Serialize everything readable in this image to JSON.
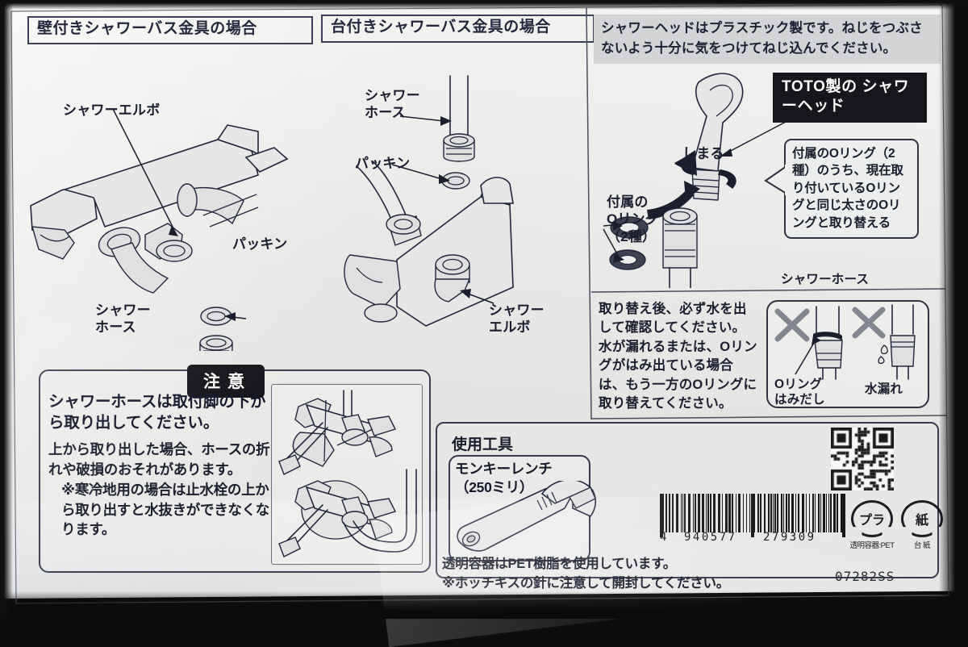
{
  "document": {
    "kind": "product-instruction-insert",
    "model_number": "07282SS"
  },
  "sections": {
    "wall_mounted": {
      "heading": "壁付きシャワーバス金具の場合"
    },
    "deck_mounted": {
      "heading": "台付きシャワーバス金具の場合"
    }
  },
  "top_note": "シャワーヘッドはプラスチック製です。ねじをつぶさないよう十分に気をつけてねじ込んでください。",
  "labels": {
    "shower_elbow": "シャワーエルボ",
    "packing": "パッキン",
    "shower_hose_2l": "シャワー\nホース",
    "shower_hose_1l": "シャワーホース",
    "shower_elbow_2l": "シャワー\nエルボ",
    "oring_attached": "付属の\nOリング\n（2種）",
    "tighten": "しまる",
    "toto_head": "TOTO製の\nシャワーヘッド",
    "oring_callout": "付属のOリング（2種）のうち、現在取り付いているOリングと同じ太さのOリングと取り替える",
    "check_note": "取り替え後、必ず水を出して確認してください。\n水が漏れるまたは、Oリングがはみ出ている場合は、もう一方のOリングに取り替えてください。",
    "ng_oring": "Oリング\nはみだし",
    "ng_leak": "水漏れ"
  },
  "caution": {
    "badge": "注意",
    "headline": "シャワーホースは取付脚の下から取り出してください。",
    "body_1": "上から取り出した場合、ホースの折れや破損のおそれがあります。",
    "body_2": "※寒冷地用の場合は止水栓の上から取り出すと水抜きができなくなります。"
  },
  "tools": {
    "title": "使用工具",
    "item": "モンキーレンチ\n（250ミリ）"
  },
  "footer": {
    "line_1": "透明容器はPET樹脂を使用しています。",
    "line_2": "※ホッチキスの針に注意して開封してください。"
  },
  "barcode": {
    "digits": "4 940577 279309",
    "lead_digit": "4",
    "group_1": "940577",
    "group_2": "279309"
  },
  "recycle": {
    "plastic_symbol": "プラ",
    "plastic_caption": "透明容器:PET",
    "paper_symbol": "紙",
    "paper_caption": "台 紙"
  },
  "icons": {
    "qr": "qr-code-icon",
    "barcode": "barcode-icon",
    "wrench": "wrench-icon",
    "cross_mark": "cross-mark-icon",
    "arrow": "arrow-icon"
  },
  "colors": {
    "paper": "#e9e9e7",
    "ink": "#22263a",
    "chip_bg": "#17171b",
    "note_bg": "#d2d4d6",
    "photo_bg": "#0d0d0e"
  }
}
